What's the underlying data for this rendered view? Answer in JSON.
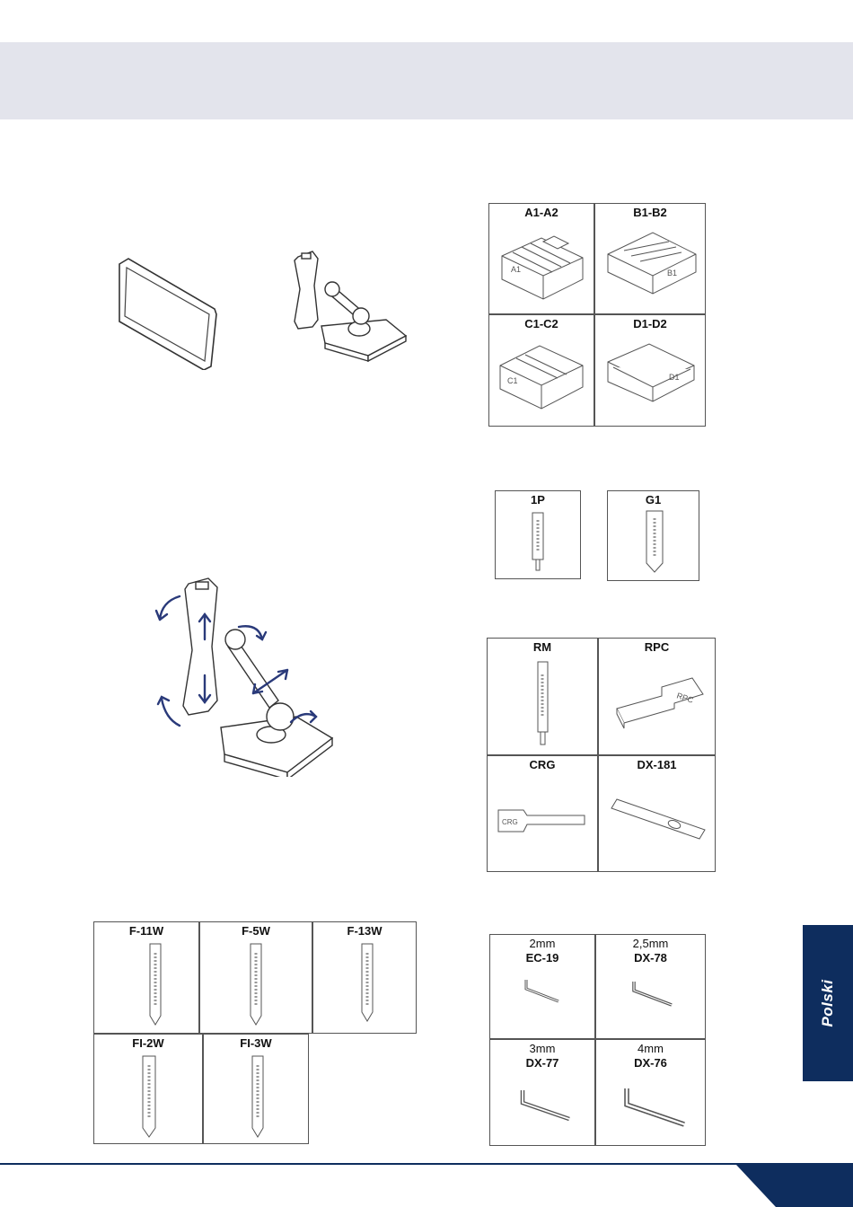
{
  "side_tab": {
    "label": "Polski"
  },
  "jaws": [
    {
      "label": "A1-A2",
      "mark": "A1"
    },
    {
      "label": "B1-B2",
      "mark": "B1"
    },
    {
      "label": "C1-C2",
      "mark": "C1"
    },
    {
      "label": "D1-D2",
      "mark": "D1"
    }
  ],
  "tracers": [
    {
      "label": "1P"
    },
    {
      "label": "G1"
    }
  ],
  "tools": [
    {
      "label": "RM"
    },
    {
      "label": "RPC",
      "mark": "RPC"
    },
    {
      "label": "CRG",
      "mark": "CRG"
    },
    {
      "label": "DX-181"
    }
  ],
  "f_tips": [
    {
      "label": "F-11W"
    },
    {
      "label": "F-5W"
    },
    {
      "label": "F-13W"
    },
    {
      "label": "FI-2W"
    },
    {
      "label": "FI-3W"
    }
  ],
  "hex_keys": [
    {
      "size": "2mm",
      "code": "EC-19"
    },
    {
      "size": "2,5mm",
      "code": "DX-78"
    },
    {
      "size": "3mm",
      "code": "DX-77"
    },
    {
      "size": "4mm",
      "code": "DX-76"
    }
  ],
  "colors": {
    "brand": "#0e2d5e",
    "header_band": "#e3e4ec",
    "arrow": "#2a3a7a"
  }
}
